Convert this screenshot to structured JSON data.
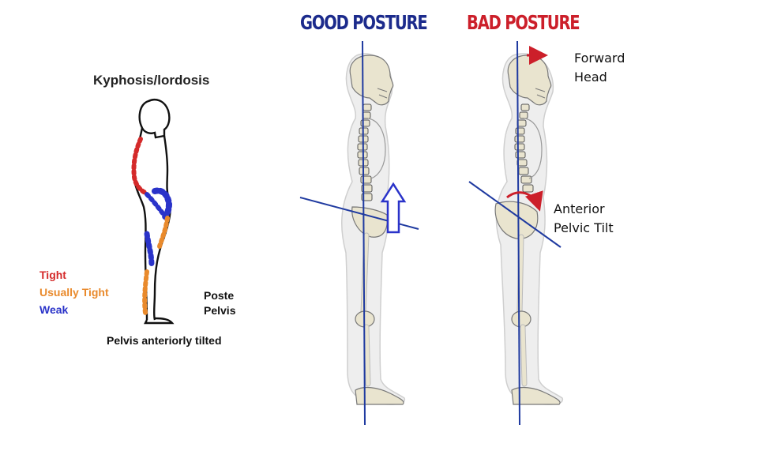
{
  "left_panel": {
    "title": "Kyphosis/lordosis",
    "legend": {
      "tight": "Tight",
      "usually_tight": "Usually Tight",
      "weak": "Weak"
    },
    "cropped_label_line1": "Poste",
    "cropped_label_line2": "Pelvis",
    "caption": "Pelvis anteriorly tilted"
  },
  "good_posture": {
    "heading": "GOOD POSTURE"
  },
  "bad_posture": {
    "heading": "BAD POSTURE",
    "forward_head_line1": "Forward",
    "forward_head_line2": "Head",
    "pelvic_tilt_line1": "Anterior",
    "pelvic_tilt_line2": "Pelvic Tilt"
  },
  "colors": {
    "tight": "#d42a2a",
    "usually_tight": "#e98a2c",
    "weak": "#2a33c9",
    "good_heading": "#1c2b8c",
    "bad_heading": "#cc1f2a",
    "plumb_line": "#1f3aa0",
    "bone": "#e9e4cf",
    "body_fill": "#eeeeee"
  }
}
